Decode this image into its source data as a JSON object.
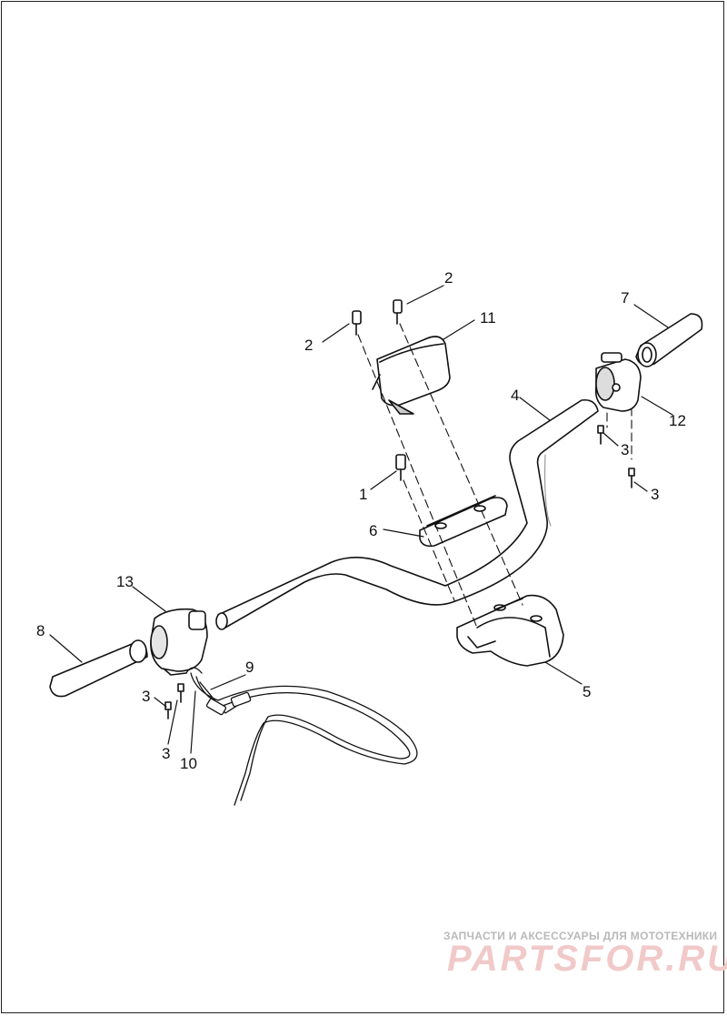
{
  "callouts": [
    {
      "id": "c1",
      "text": "1"
    },
    {
      "id": "c2a",
      "text": "2"
    },
    {
      "id": "c2b",
      "text": "2"
    },
    {
      "id": "c3a",
      "text": "3"
    },
    {
      "id": "c3b",
      "text": "3"
    },
    {
      "id": "c3c",
      "text": "3"
    },
    {
      "id": "c3d",
      "text": "3"
    },
    {
      "id": "c4",
      "text": "4"
    },
    {
      "id": "c5",
      "text": "5"
    },
    {
      "id": "c6",
      "text": "6"
    },
    {
      "id": "c7",
      "text": "7"
    },
    {
      "id": "c8",
      "text": "8"
    },
    {
      "id": "c9",
      "text": "9"
    },
    {
      "id": "c10",
      "text": "10"
    },
    {
      "id": "c11",
      "text": "11"
    },
    {
      "id": "c12",
      "text": "12"
    },
    {
      "id": "c13",
      "text": "13"
    }
  ],
  "watermark": {
    "tagline": "ЗАПЧАСТИ И АКСЕССУАРЫ ДЛЯ МОТОТЕХНИКИ",
    "brand": "PARTSFOR.RU",
    "color": "#e07a7a"
  },
  "colors": {
    "line": "#111111",
    "shade": "#8a8a8a"
  }
}
